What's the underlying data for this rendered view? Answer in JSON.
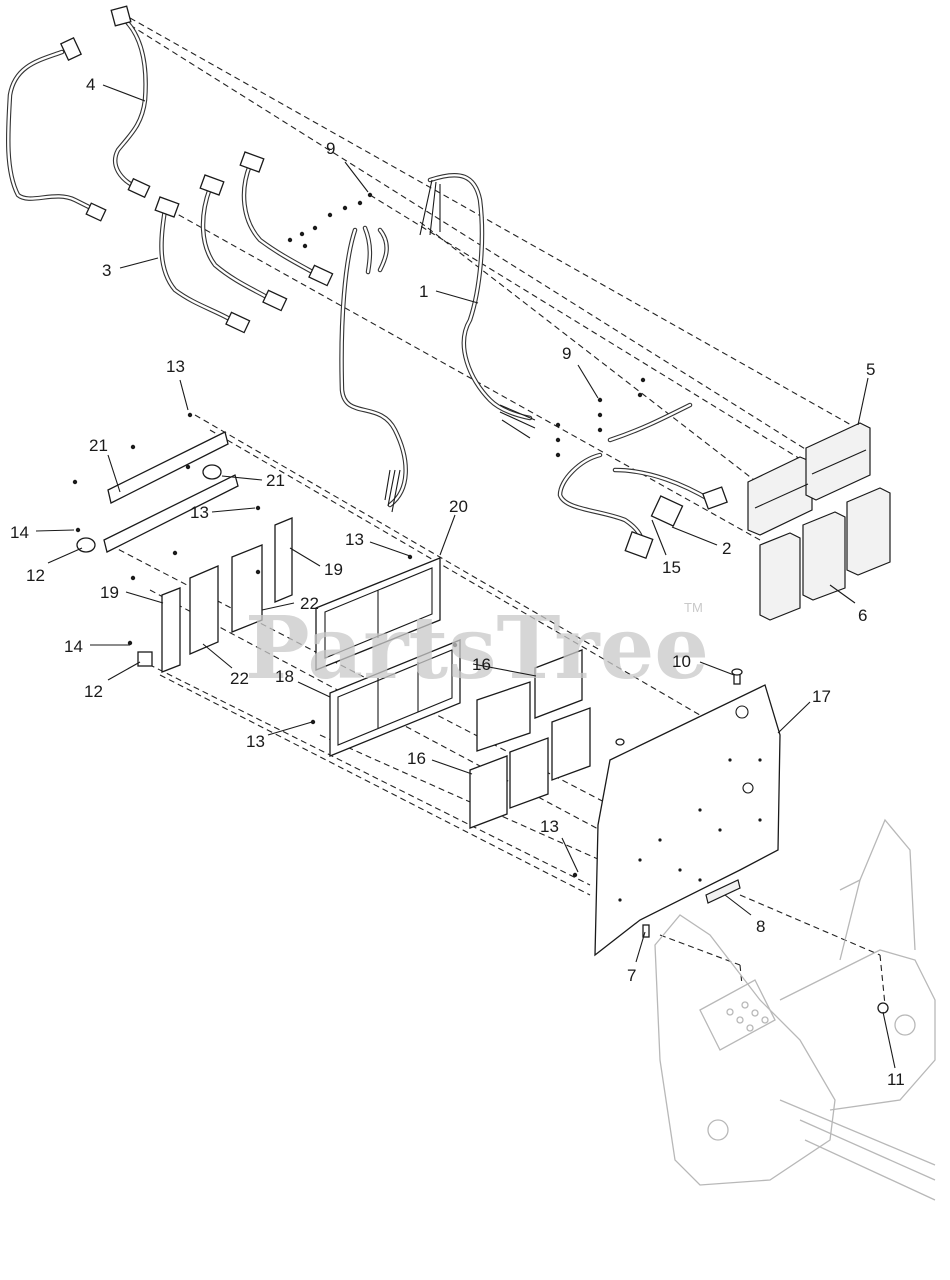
{
  "watermark": {
    "brand": "PartsTree",
    "trademark": "TM"
  },
  "callouts": [
    {
      "id": "c-4",
      "text": "4"
    },
    {
      "id": "c-9a",
      "text": "9"
    },
    {
      "id": "c-3",
      "text": "3"
    },
    {
      "id": "c-1",
      "text": "1"
    },
    {
      "id": "c-9b",
      "text": "9"
    },
    {
      "id": "c-5",
      "text": "5"
    },
    {
      "id": "c-13a",
      "text": "13"
    },
    {
      "id": "c-21a",
      "text": "21"
    },
    {
      "id": "c-21b",
      "text": "21"
    },
    {
      "id": "c-13b",
      "text": "13"
    },
    {
      "id": "c-20",
      "text": "20"
    },
    {
      "id": "c-14a",
      "text": "14"
    },
    {
      "id": "c-13c",
      "text": "13"
    },
    {
      "id": "c-12a",
      "text": "12"
    },
    {
      "id": "c-19a",
      "text": "19"
    },
    {
      "id": "c-19b",
      "text": "19"
    },
    {
      "id": "c-22a",
      "text": "22"
    },
    {
      "id": "c-2",
      "text": "2"
    },
    {
      "id": "c-15",
      "text": "15"
    },
    {
      "id": "c-6",
      "text": "6"
    },
    {
      "id": "c-14b",
      "text": "14"
    },
    {
      "id": "c-12b",
      "text": "12"
    },
    {
      "id": "c-22b",
      "text": "22"
    },
    {
      "id": "c-16a",
      "text": "16"
    },
    {
      "id": "c-10",
      "text": "10"
    },
    {
      "id": "c-18",
      "text": "18"
    },
    {
      "id": "c-17",
      "text": "17"
    },
    {
      "id": "c-13d",
      "text": "13"
    },
    {
      "id": "c-16b",
      "text": "16"
    },
    {
      "id": "c-13e",
      "text": "13"
    },
    {
      "id": "c-8",
      "text": "8"
    },
    {
      "id": "c-7",
      "text": "7"
    },
    {
      "id": "c-11",
      "text": "11"
    }
  ]
}
